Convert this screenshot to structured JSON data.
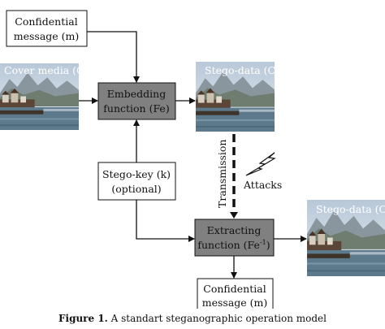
{
  "header_fragment": "... ... ... ... ...",
  "nodes": {
    "confidential_top": {
      "line1": "Confidential",
      "line2": "message (m)"
    },
    "cover_media": {
      "label": "Cover media (C)"
    },
    "embedding": {
      "line1": "Embedding",
      "line2": "function (Fe)"
    },
    "stego_data_top": {
      "label": "Stego-data (C')"
    },
    "stego_key": {
      "line1": "Stego-key (k)",
      "line2": "(optional)"
    },
    "extracting": {
      "line1": "Extracting",
      "line2": "function (Fe",
      "line2_sup": "-1",
      "line2_end": ")"
    },
    "stego_data_right": {
      "label": "Stego-data (C')"
    },
    "confidential_bottom": {
      "line1": "Confidential",
      "line2": "message (m)"
    }
  },
  "edge_labels": {
    "transmission": "Transmission",
    "attacks": "Attacks"
  },
  "caption": {
    "figure": "Figure 1.",
    "text": " A standart steganographic operation model"
  },
  "colors": {
    "process_fill": "#808080",
    "box_stroke": "#111111",
    "arrow": "#111111",
    "sky": "#c9d6e4",
    "mountain": "#7f8c94",
    "water": "#5d7b8e",
    "houses": "#6a4f3d"
  }
}
